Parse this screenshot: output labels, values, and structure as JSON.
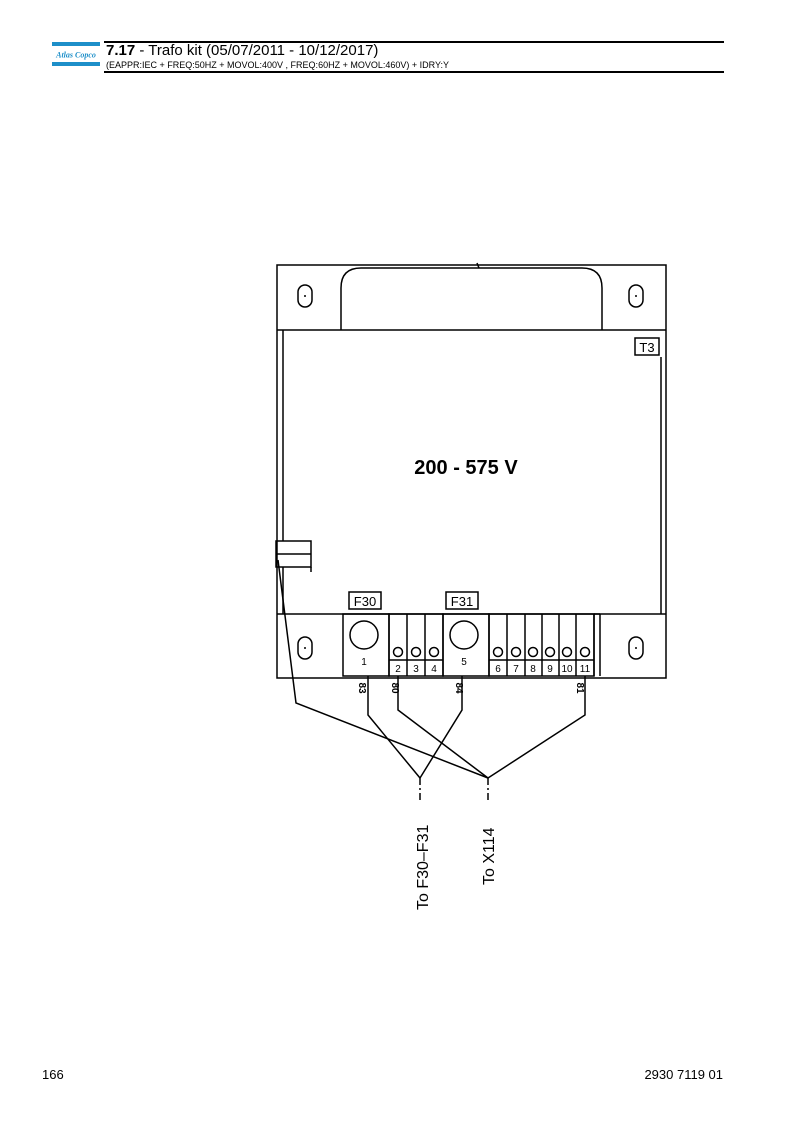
{
  "header": {
    "section_number": "7.17",
    "section_title": "- Trafo kit (05/07/2011 - 10/12/2017)",
    "subtitle": "(EAPPR:IEC + FREQ:50HZ + MOVOL:400V , FREQ:60HZ + MOVOL:460V) + IDRY:Y",
    "logo_text": "Atlas Copco",
    "brand_color": "#1d8fc9"
  },
  "diagram": {
    "transformer_tag": "T3",
    "voltage_label": "200 - 575 V",
    "fuse_tags": [
      "F30",
      "F31"
    ],
    "terminals": [
      "1",
      "2",
      "3",
      "4",
      "5",
      "6",
      "7",
      "8",
      "9",
      "10",
      "11"
    ],
    "wires": [
      "83",
      "80",
      "84",
      "81"
    ],
    "destinations": [
      "To F30–F31",
      "To X114"
    ]
  },
  "footer": {
    "page_number": "166",
    "doc_number": "2930 7119 01"
  }
}
